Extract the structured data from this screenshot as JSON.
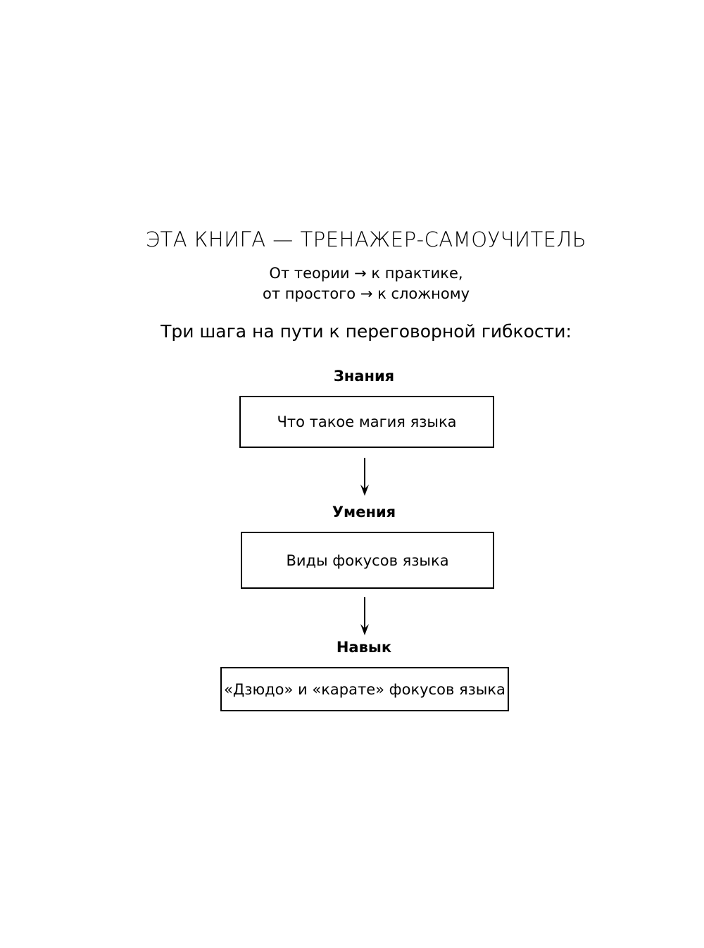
{
  "title": "ЭТА КНИГА — ТРЕНАЖЕР-САМОУЧИТЕЛЬ",
  "subtitle_lines": [
    "От теории → к практике,",
    "от простого → к сложному"
  ],
  "lead": "Три шага на пути к переговорной гибкости:",
  "steps": [
    {
      "label": "Знания",
      "box": "Что такое магия языка"
    },
    {
      "label": "Умения",
      "box": "Виды фокусов языка"
    },
    {
      "label": "Навык",
      "box": "«Дзюдо» и «карате» фокусов языка"
    }
  ]
}
